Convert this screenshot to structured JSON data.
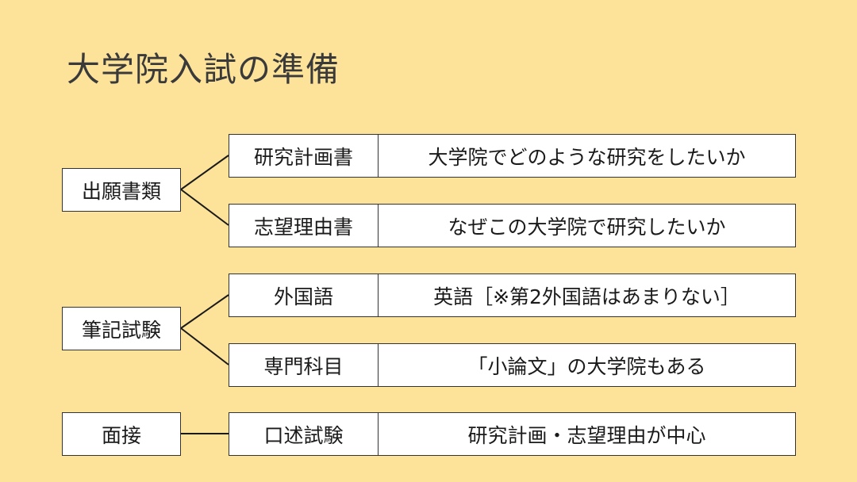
{
  "title": "大学院入試の準備",
  "groups": [
    {
      "category": "出願書類",
      "rows": [
        {
          "item": "研究計画書",
          "desc": "大学院でどのような研究をしたいか"
        },
        {
          "item": "志望理由書",
          "desc": "なぜこの大学院で研究したいか"
        }
      ]
    },
    {
      "category": "筆記試験",
      "rows": [
        {
          "item": "外国語",
          "desc": "英語［※第2外国語はあまりない］"
        },
        {
          "item": "専門科目",
          "desc": "「小論文」の大学院もある"
        }
      ]
    },
    {
      "category": "面接",
      "rows": [
        {
          "item": "口述試験",
          "desc": "研究計画・志望理由が中心"
        }
      ]
    }
  ],
  "colors": {
    "background": "#FDE39A",
    "box": "#ffffff",
    "line": "#1a1a1a"
  }
}
